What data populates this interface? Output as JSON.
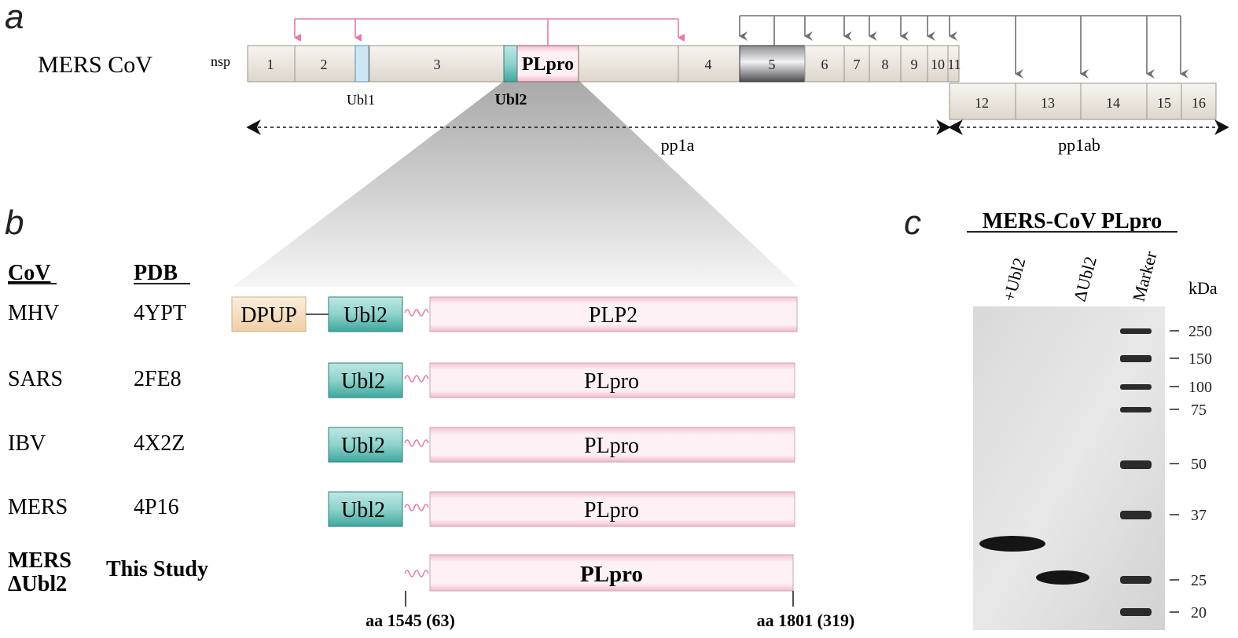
{
  "panel_a": {
    "letter": "a",
    "virus_label": "MERS CoV",
    "nsp_label": "nsp",
    "nsp_boxes": [
      "1",
      "2",
      "3",
      "4",
      "5",
      "6",
      "7",
      "8",
      "9",
      "10",
      "11"
    ],
    "pp1ab_boxes": [
      "12",
      "13",
      "14",
      "15",
      "16"
    ],
    "plpro_label": "PLpro",
    "ubl1_label": "Ubl1",
    "ubl2_label": "Ubl2",
    "pp1a_label": "pp1a",
    "pp1ab_label": "pp1ab"
  },
  "panel_b": {
    "letter": "b",
    "col_cov": "CoV",
    "col_pdb": "PDB",
    "rows": [
      {
        "cov": "MHV",
        "pdb": "4YPT",
        "dpup": "DPUP",
        "ubl2": "Ubl2",
        "domain": "PLP2"
      },
      {
        "cov": "SARS",
        "pdb": "2FE8",
        "ubl2": "Ubl2",
        "domain": "PLpro"
      },
      {
        "cov": "IBV",
        "pdb": "4X2Z",
        "ubl2": "Ubl2",
        "domain": "PLpro"
      },
      {
        "cov": "MERS",
        "pdb": "4P16",
        "ubl2": "Ubl2",
        "domain": "PLpro"
      }
    ],
    "study_row": {
      "cov_line1": "MERS",
      "cov_line2": "ΔUbl2",
      "pdb": "This Study",
      "domain": "PLpro"
    },
    "aa_start": "aa 1545 (63)",
    "aa_end": "aa 1801 (319)"
  },
  "panel_c": {
    "letter": "c",
    "title": "MERS-CoV PLpro",
    "lanes": [
      "+Ubl2",
      "ΔUbl2",
      "Marker"
    ],
    "unit": "kDa",
    "markers": [
      "250",
      "150",
      "100",
      "75",
      "50",
      "37",
      "25",
      "20"
    ]
  },
  "colors": {
    "ubl1": "#cde8f4",
    "ubl2": "#6fc3bd",
    "plpro": "#fbe3ec",
    "dpup": "#f5dcbc",
    "pink_arrow": "#e77aab",
    "gray_arrow": "#707070"
  }
}
